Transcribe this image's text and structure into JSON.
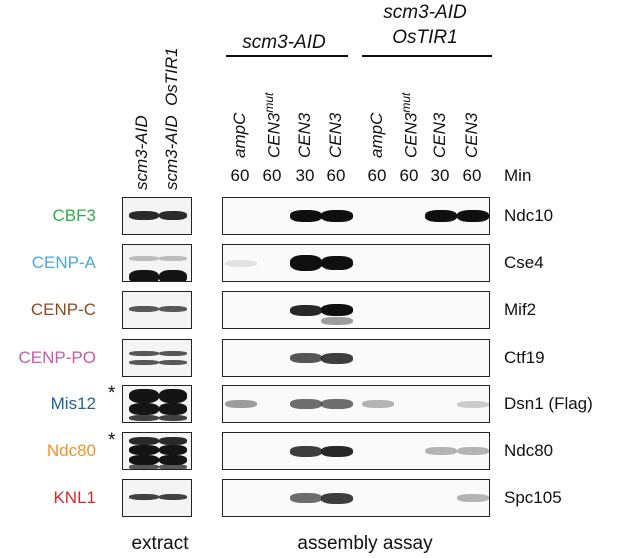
{
  "extract_lanes": [
    {
      "label": "scm3-AID",
      "italic_suffix": ""
    },
    {
      "label": "scm3-AID",
      "italic_suffix": "OsTIR1"
    }
  ],
  "group_titles": {
    "group1": "scm3-AID",
    "group2_line1": "scm3-AID",
    "group2_line2": "OsTIR1"
  },
  "assay_lanes": [
    {
      "label": "ampC",
      "sup": ""
    },
    {
      "label": "CEN3",
      "sup": "mut"
    },
    {
      "label": "CEN3",
      "sup": ""
    },
    {
      "label": "CEN3",
      "sup": ""
    },
    {
      "label": "ampC",
      "sup": ""
    },
    {
      "label": "CEN3",
      "sup": "mut"
    },
    {
      "label": "CEN3",
      "sup": ""
    },
    {
      "label": "CEN3",
      "sup": ""
    }
  ],
  "times": [
    "60",
    "60",
    "30",
    "60",
    "60",
    "60",
    "30",
    "60"
  ],
  "time_unit": "Min",
  "rows": [
    {
      "left": "CBF3",
      "left_color": "#2bb04a",
      "right": "Ndc10",
      "asterisk": false
    },
    {
      "left": "CENP-A",
      "left_color": "#4aa8dc",
      "right": "Cse4",
      "asterisk": false
    },
    {
      "left": "CENP-C",
      "left_color": "#8b4a22",
      "right": "Mif2",
      "asterisk": false
    },
    {
      "left": "CENP-PO",
      "left_color": "#c95aa8",
      "right": "Ctf19",
      "asterisk": false
    },
    {
      "left": "Mis12",
      "left_color": "#1f5f9e",
      "right": "Dsn1 (Flag)",
      "asterisk": true
    },
    {
      "left": "Ndc80",
      "left_color": "#f0922a",
      "right": "Ndc80",
      "asterisk": true
    },
    {
      "left": "KNL1",
      "left_color": "#d42a2a",
      "right": "Spc105",
      "asterisk": false
    }
  ],
  "asterisk_symbol": "*",
  "bottom_labels": {
    "extract": "extract",
    "assay": "assembly assay"
  }
}
